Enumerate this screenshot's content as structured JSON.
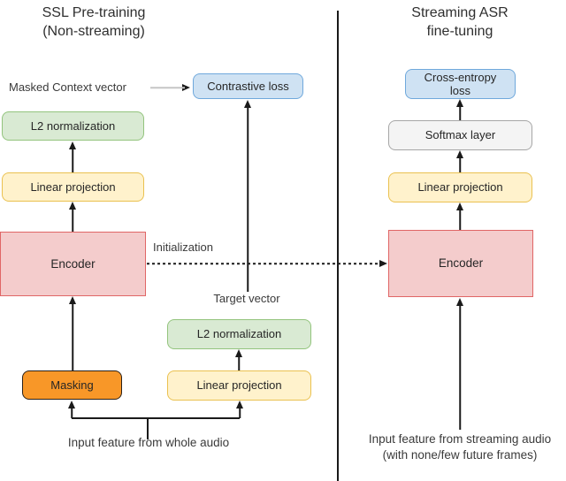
{
  "diagram": {
    "left": {
      "title": "SSL Pre-training\n(Non-streaming)",
      "labels": {
        "masked_context_vector": "Masked Context vector",
        "initialization": "Initialization",
        "target_vector": "Target vector",
        "input_feature": "Input feature from whole audio"
      },
      "nodes": {
        "contrastive_loss": "Contrastive loss",
        "l2_normalization": "L2 normalization",
        "linear_projection": "Linear projection",
        "encoder": "Encoder",
        "masking": "Masking",
        "target_l2_normalization": "L2 normalization",
        "target_linear_projection": "Linear projection"
      }
    },
    "right": {
      "title": "Streaming ASR\nfine-tuning",
      "nodes": {
        "cross_entropy_loss": "Cross-entropy\nloss",
        "softmax_layer": "Softmax layer",
        "linear_projection": "Linear projection",
        "encoder": "Encoder"
      },
      "labels": {
        "input_feature": "Input feature from streaming audio\n(with none/few future frames)"
      }
    }
  },
  "colors": {
    "blue_fill": "#cfe2f3",
    "blue_border": "#6fa8dc",
    "green_fill": "#d9ead3",
    "green_border": "#93c47d",
    "yellow_fill": "#fff2cc",
    "yellow_border": "#eac150",
    "pink_fill": "#f4cccc",
    "pink_border": "#e06666",
    "orange_fill": "#f89728",
    "orange_border": "#2b2119",
    "gray_fill": "#f4f4f4",
    "gray_border": "#a6a6a6",
    "line": "#1a1a1a"
  }
}
